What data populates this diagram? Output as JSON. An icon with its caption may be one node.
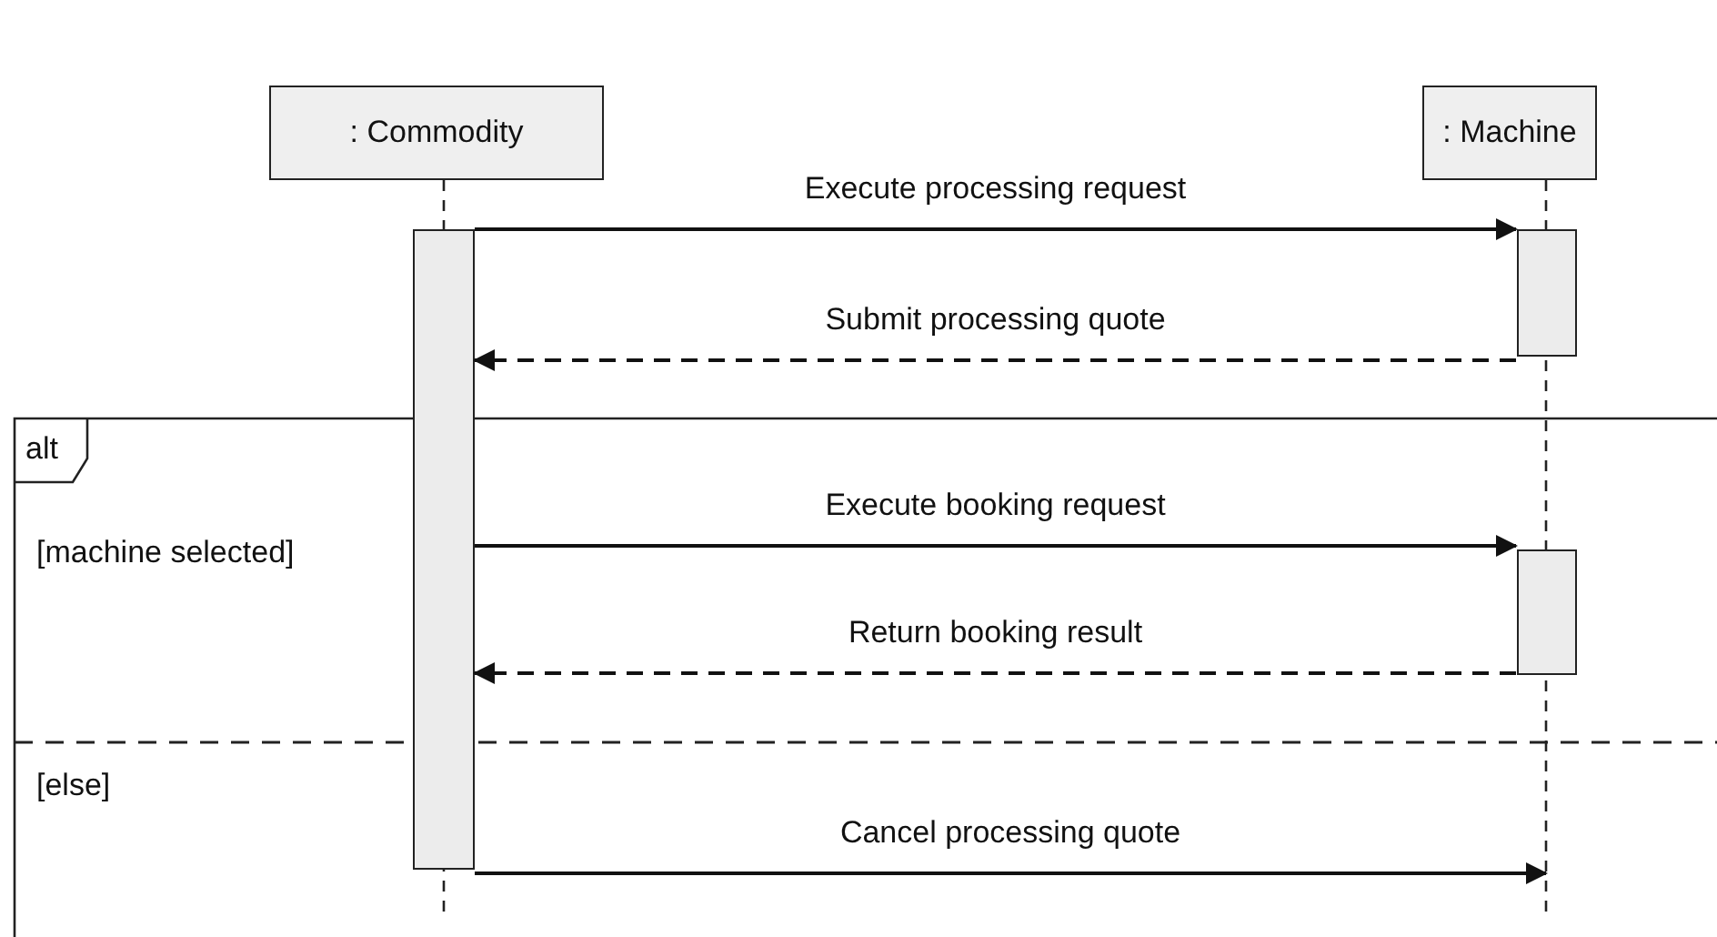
{
  "diagram": {
    "nodes": [
      {
        "text": [
          ": Commodity"
        ]
      },
      {
        "text": [
          ": Machine"
        ]
      },
      {
        "text": [],
        "shape": "bar",
        "in": 0
      },
      {
        "text": [],
        "shape": "bar",
        "in": 1
      },
      {
        "text": [
          "alt"
        ]
      },
      {
        "text": [],
        "shape": "bar",
        "in": 1
      }
    ],
    "edges": [
      {
        "from": 2,
        "to": 3,
        "arrow": "to",
        "label": "Execute processing request"
      },
      {
        "from": 3,
        "to": 2,
        "arrow": "to",
        "label": "Submit processing quote",
        "style": "dashed"
      },
      {
        "from": 2,
        "to": 5,
        "arrow": "to",
        "label": "Execute booking request"
      },
      {
        "from": 5,
        "to": 2,
        "arrow": "to",
        "label": "Return booking result",
        "style": "dashed"
      },
      {
        "from": 2,
        "to": 1,
        "arrow": "to",
        "label": "Cancel processing quote"
      }
    ],
    "labels": [
      "[machine selected]",
      "[else]"
    ]
  }
}
